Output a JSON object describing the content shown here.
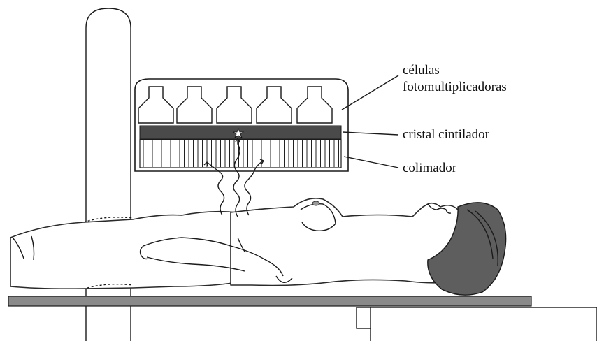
{
  "labels": {
    "pmt_line1": "células",
    "pmt_line2": "fotomultiplicadoras",
    "crystal": "cristal cintilador",
    "collimator": "colimador"
  },
  "colors": {
    "crystal": "#4a4a4a",
    "hair": "#5e5e5e",
    "table": "#8a8a8a",
    "outline": "#1a1a1a"
  },
  "icons": {
    "detector_head": "gamma-camera-head-icon",
    "photomultiplier_tube": "photomultiplier-tube-icon",
    "scintillation_event": "star-icon",
    "gamma_ray": "wavy-photon-icon",
    "patient": "patient-figure-icon"
  }
}
